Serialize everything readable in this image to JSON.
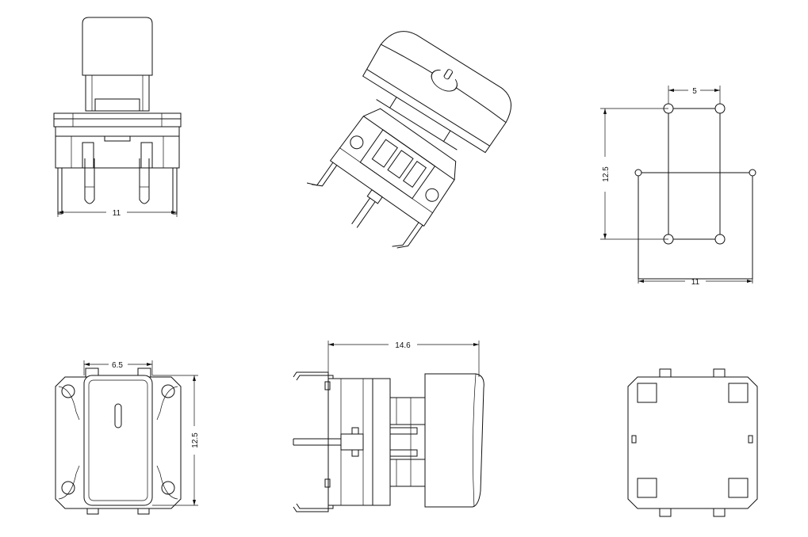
{
  "dimensions": {
    "front_width": "11",
    "pcb_pitch_x": "5",
    "pcb_height": "12.5",
    "pcb_width": "11",
    "top_cap_width": "6.5",
    "top_height": "12.5",
    "side_length": "14.6"
  },
  "colors": {
    "line": "#111111",
    "background": "#ffffff"
  }
}
